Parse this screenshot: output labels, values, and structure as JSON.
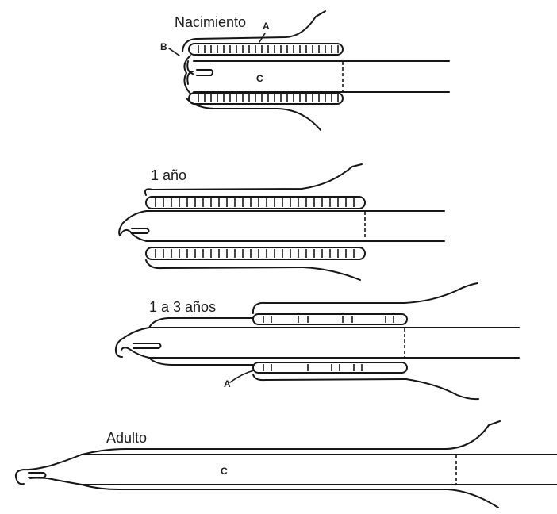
{
  "stages": {
    "birth": "Nacimiento",
    "one_year": "1 año",
    "one_to_three": "1 a 3 años",
    "adult": "Adulto"
  },
  "labels": {
    "a": "A",
    "b": "B",
    "c": "C"
  },
  "colors": {
    "ink": "#161616",
    "paper": "#ffffff"
  }
}
